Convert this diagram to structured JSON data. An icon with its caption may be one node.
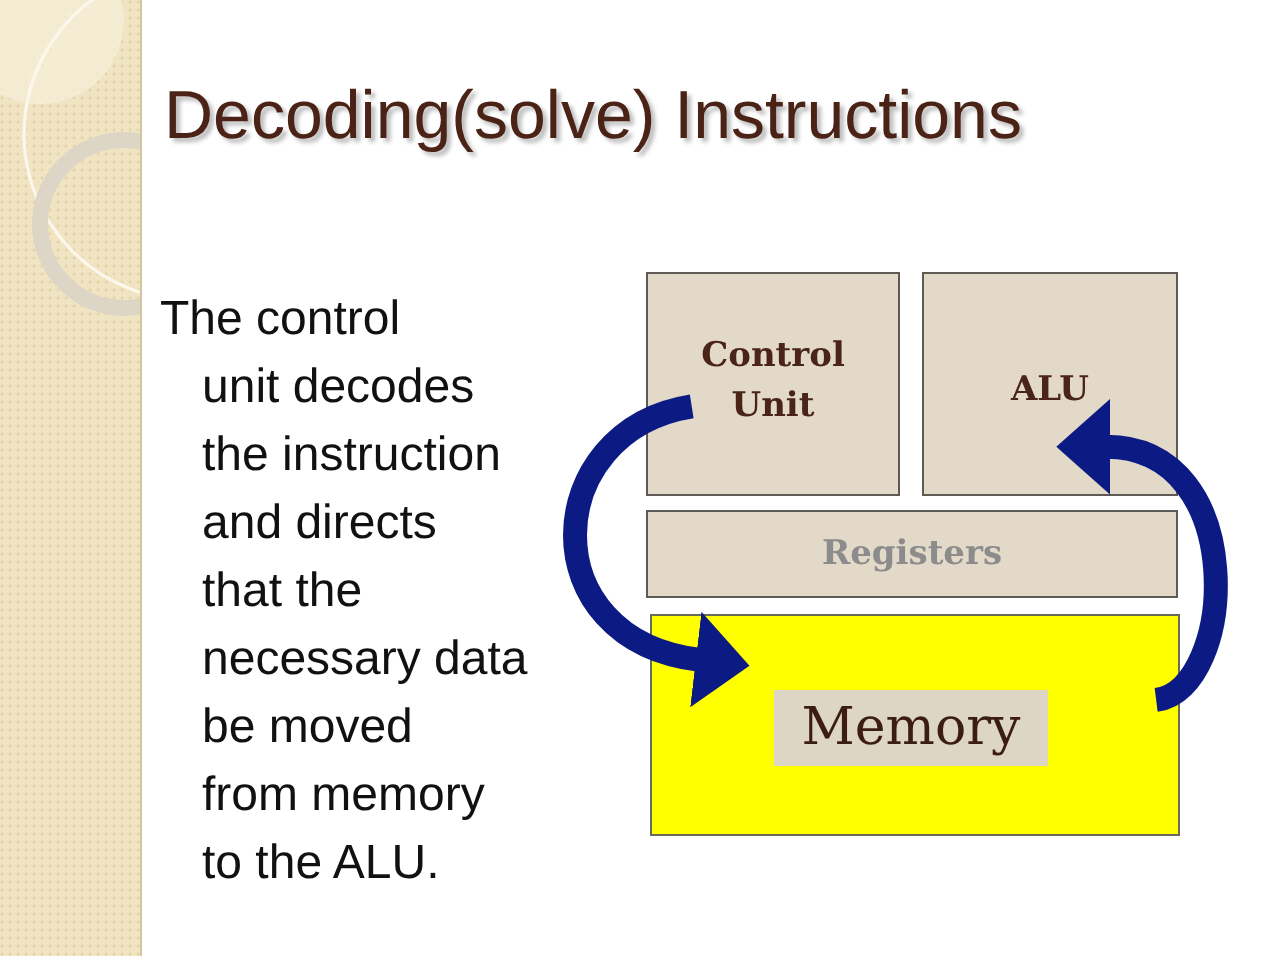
{
  "diagram": {
    "title": "Decoding(solve) Instructions",
    "nodes": [
      {
        "text": [
          "Control Unit"
        ]
      },
      {
        "text": [
          "ALU"
        ]
      },
      {
        "text": [
          "Registers"
        ]
      },
      {
        "text": [],
        "shape": "box"
      },
      {
        "text": [
          "Memory"
        ],
        "in": 3
      }
    ],
    "edges": [
      {
        "from": 0,
        "to": 3,
        "arrow": "to"
      },
      {
        "from": 3,
        "to": 1,
        "arrow": "to"
      }
    ],
    "labels": [
      "The control unit decodes the instruction and directs that the necessary data be moved from memory to the ALU."
    ]
  }
}
